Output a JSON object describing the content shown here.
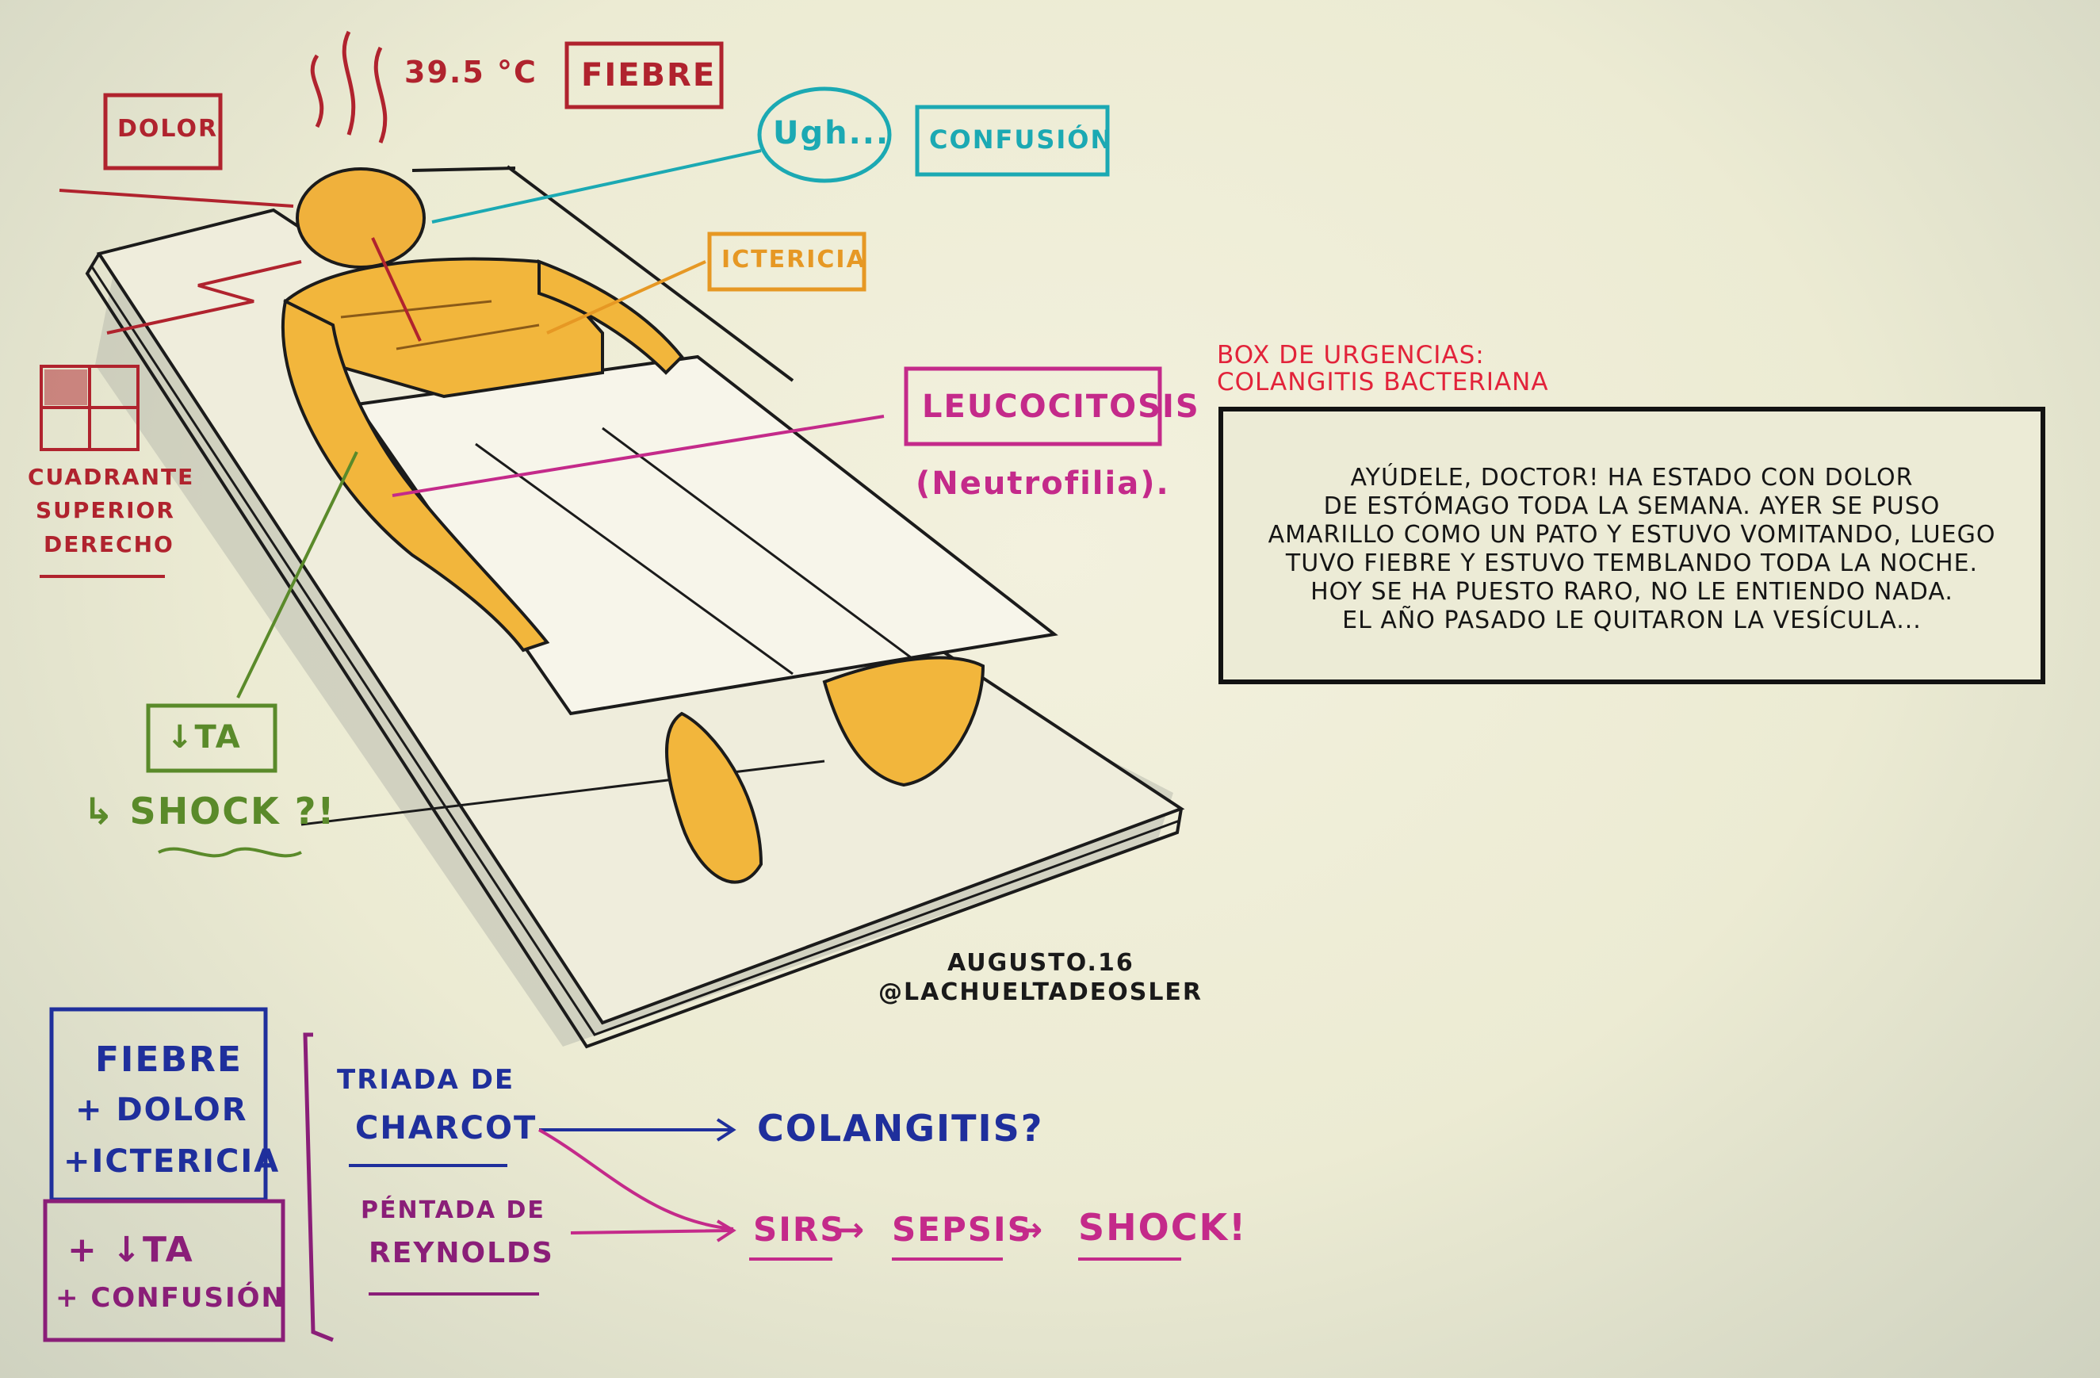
{
  "header": {
    "title_line1": "BOX DE URGENCIAS:",
    "title_line2": "COLANGITIS BACTERIANA"
  },
  "quote": {
    "lines": [
      "AYÚDELE, DOCTOR! HA ESTADO CON DOLOR",
      "DE ESTÓMAGO TODA LA SEMANA. AYER SE PUSO",
      "AMARILLO COMO UN PATO Y ESTUVO VOMITANDO, LUEGO",
      "TUVO FIEBRE Y ESTUVO TEMBLANDO TODA LA NOCHE.",
      "HOY SE HA PUESTO RARO, NO LE ENTIENDO NADA.",
      "EL AÑO PASADO LE QUITARON LA VESÍCULA..."
    ]
  },
  "labels": {
    "temperature": "39.5 °C",
    "fiebre": "FIEBRE",
    "dolor": "DOLOR",
    "ugh": "Ugh...",
    "confusion": "CONFUSIÓN",
    "ictericia": "ICTERICIA",
    "leucocitosis": "LEUCOCITOSIS",
    "neutrofilia": "(Neutrofilia).",
    "cuadrante_1": "CUADRANTE",
    "cuadrante_2": "SUPERIOR",
    "cuadrante_3": "DERECHO",
    "ta": "↓TA",
    "shock": "↳ SHOCK ?!"
  },
  "signature": {
    "date": "AUGUSTO.16",
    "handle": "@LACHUELTADEOSLER"
  },
  "summary": {
    "triad_1": "FIEBRE",
    "triad_2": "+ DOLOR",
    "triad_3": "+ICTERICIA",
    "pentad_1": "+ ↓TA",
    "pentad_2": "+ CONFUSIÓN",
    "triada_1": "TRIADA DE",
    "triada_2": "CHARCOT",
    "pentada_1": "PÉNTADA DE",
    "pentada_2": "REYNOLDS",
    "colangitis": "COLANGITIS?",
    "sirs": "SIRS",
    "sepsis": "SEPSIS",
    "shock": "SHOCK!",
    "arrow": "→"
  },
  "colors": {
    "red": "#b0232e",
    "cyan": "#1ba9b3",
    "orange": "#e69824",
    "magenta": "#c42a8a",
    "green": "#5a8a2a",
    "blue": "#1f2f9c",
    "purple": "#8a1e78",
    "skin": "#f2b63c",
    "title_red": "#e2233a"
  }
}
